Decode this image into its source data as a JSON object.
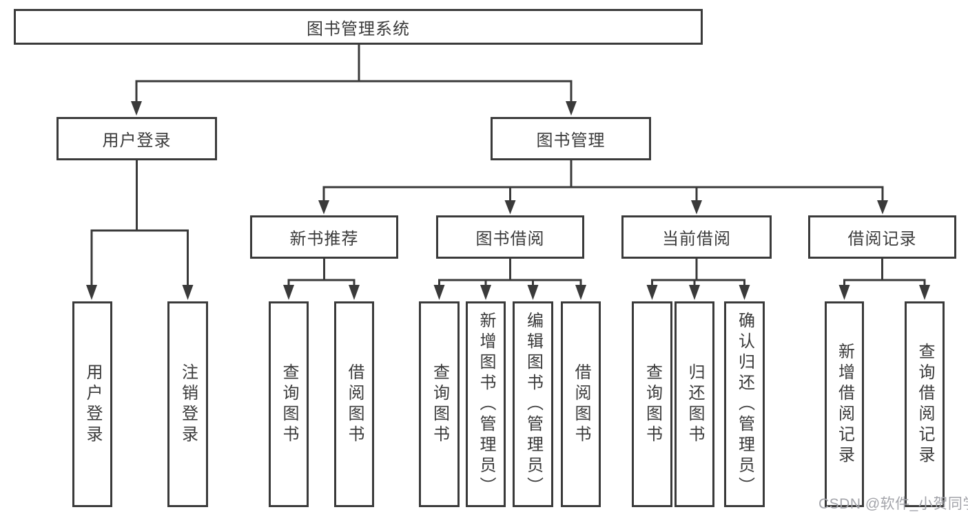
{
  "diagram": {
    "tree": {
      "root": {
        "label": "图书管理系统"
      },
      "branches": [
        {
          "label": "用户登录",
          "children": [
            {
              "label": "用户登录"
            },
            {
              "label": "注销登录"
            }
          ]
        },
        {
          "label": "图书管理",
          "children": [
            {
              "label": "新书推荐",
              "children": [
                {
                  "label": "查询图书"
                },
                {
                  "label": "借阅图书"
                }
              ]
            },
            {
              "label": "图书借阅",
              "children": [
                {
                  "label": "查询图书"
                },
                {
                  "label": "新增图书（管理员）"
                },
                {
                  "label": "编辑图书（管理员）"
                },
                {
                  "label": "借阅图书"
                }
              ]
            },
            {
              "label": "当前借阅",
              "children": [
                {
                  "label": "查询图书"
                },
                {
                  "label": "归还图书"
                },
                {
                  "label": "确认归还（管理员）"
                }
              ]
            },
            {
              "label": "借阅记录",
              "children": [
                {
                  "label": "新增借阅记录"
                },
                {
                  "label": "查询借阅记录"
                }
              ]
            }
          ]
        }
      ]
    }
  },
  "watermark": {
    "text": "CSDN @软件_小贺同学"
  },
  "colors": {
    "line": "#3a3a3a",
    "text": "#3a3a3a",
    "watermark": "#a3a4aa",
    "background": "#ffffff"
  }
}
